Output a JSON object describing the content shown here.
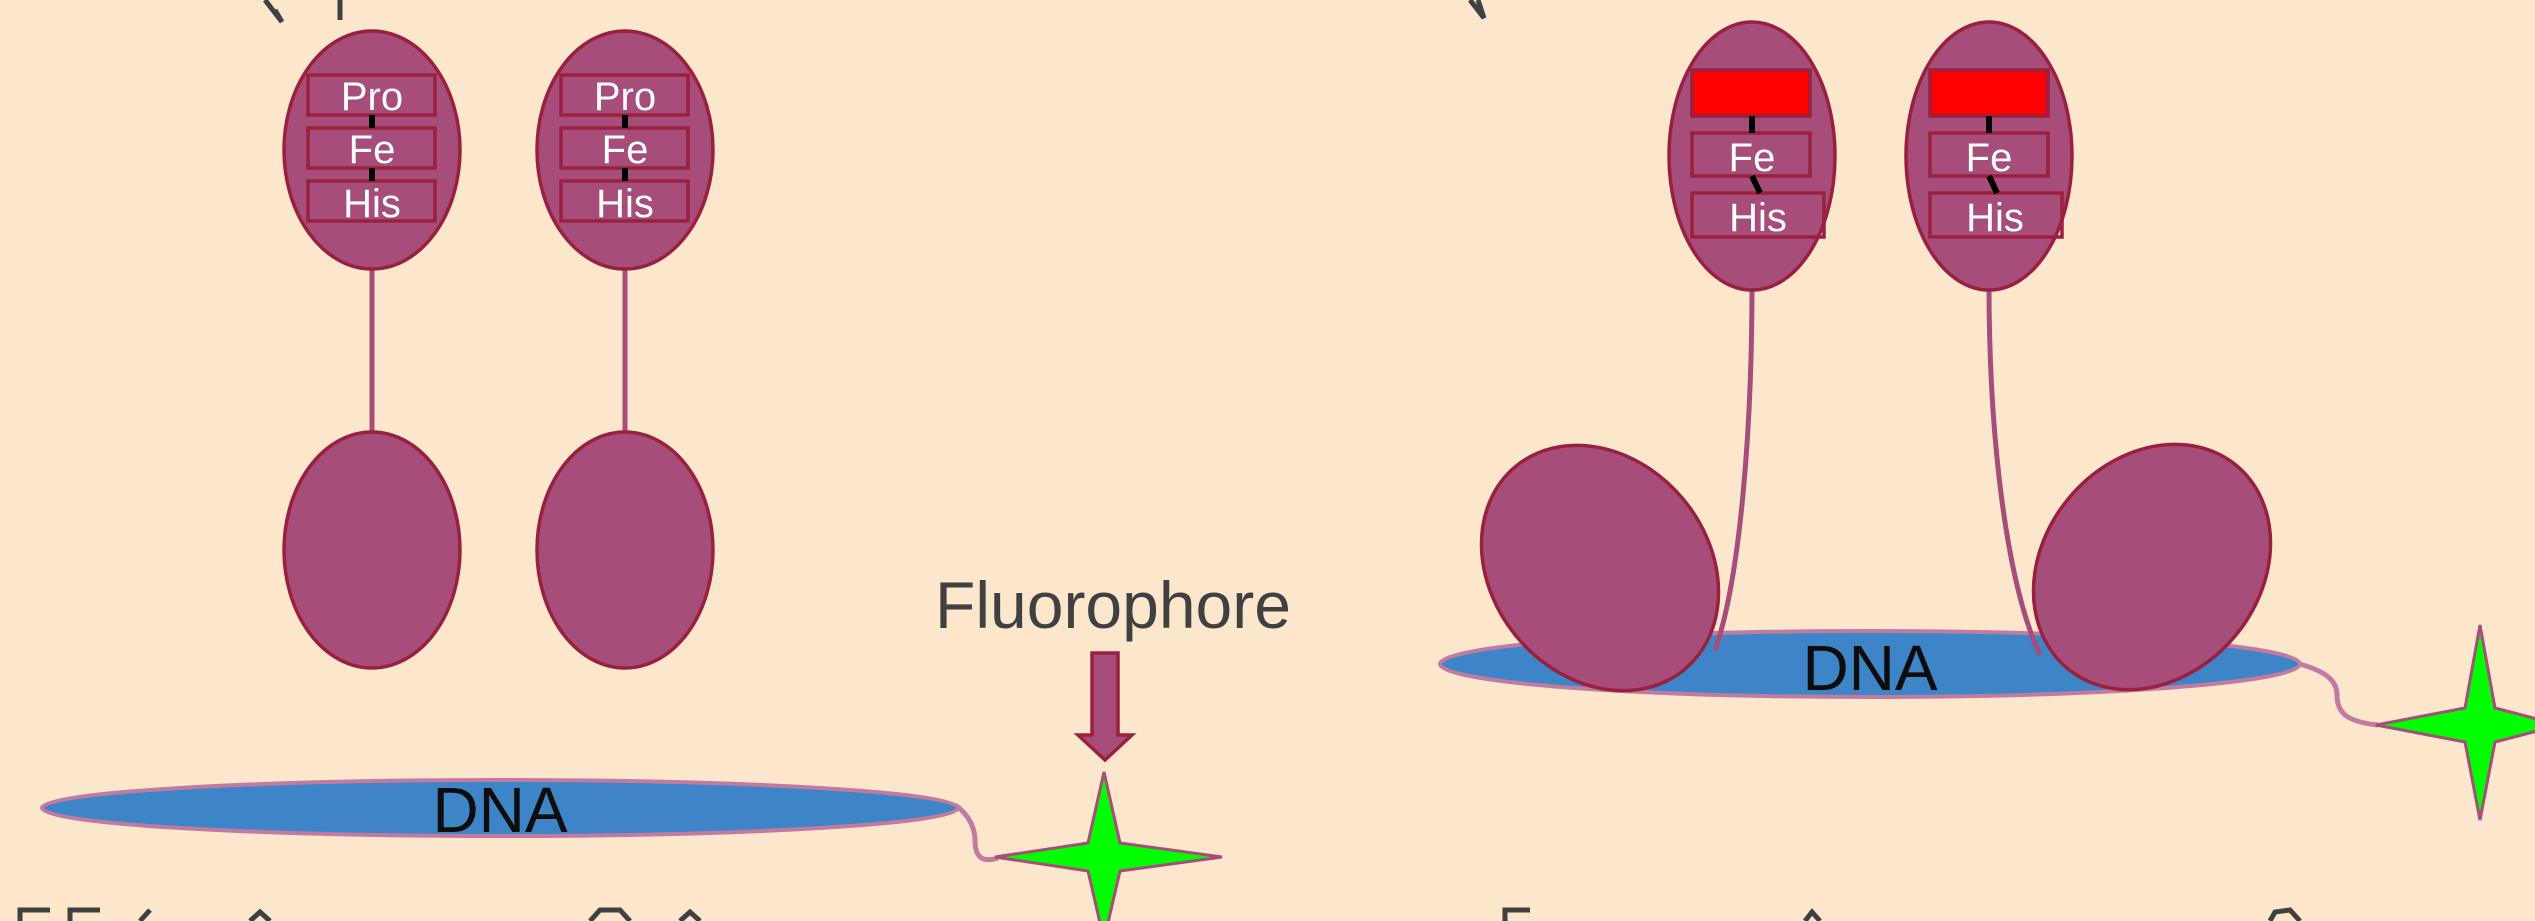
{
  "diagram": {
    "left_panel": {
      "proteins": [
        {
          "domains": [
            "Pro",
            "Fe",
            "His"
          ]
        },
        {
          "domains": [
            "Pro",
            "Fe",
            "His"
          ]
        }
      ],
      "dna_label": "DNA",
      "fluorophore_label": "Fluorophore"
    },
    "right_panel": {
      "proteins": [
        {
          "domains": [
            "",
            "Fe",
            "His"
          ]
        },
        {
          "domains": [
            "",
            "Fe",
            "His"
          ]
        }
      ],
      "dna_label": "DNA"
    },
    "colors": {
      "background": "#fce6cc",
      "protein_fill": "#a64d79",
      "protein_outline": "#99203f",
      "dna_fill": "#3d85c6",
      "dna_outline": "#c27ba0",
      "fluorophore": "#00ff00",
      "bound_ligand": "#ff0000",
      "link_bond": "#000000"
    }
  }
}
